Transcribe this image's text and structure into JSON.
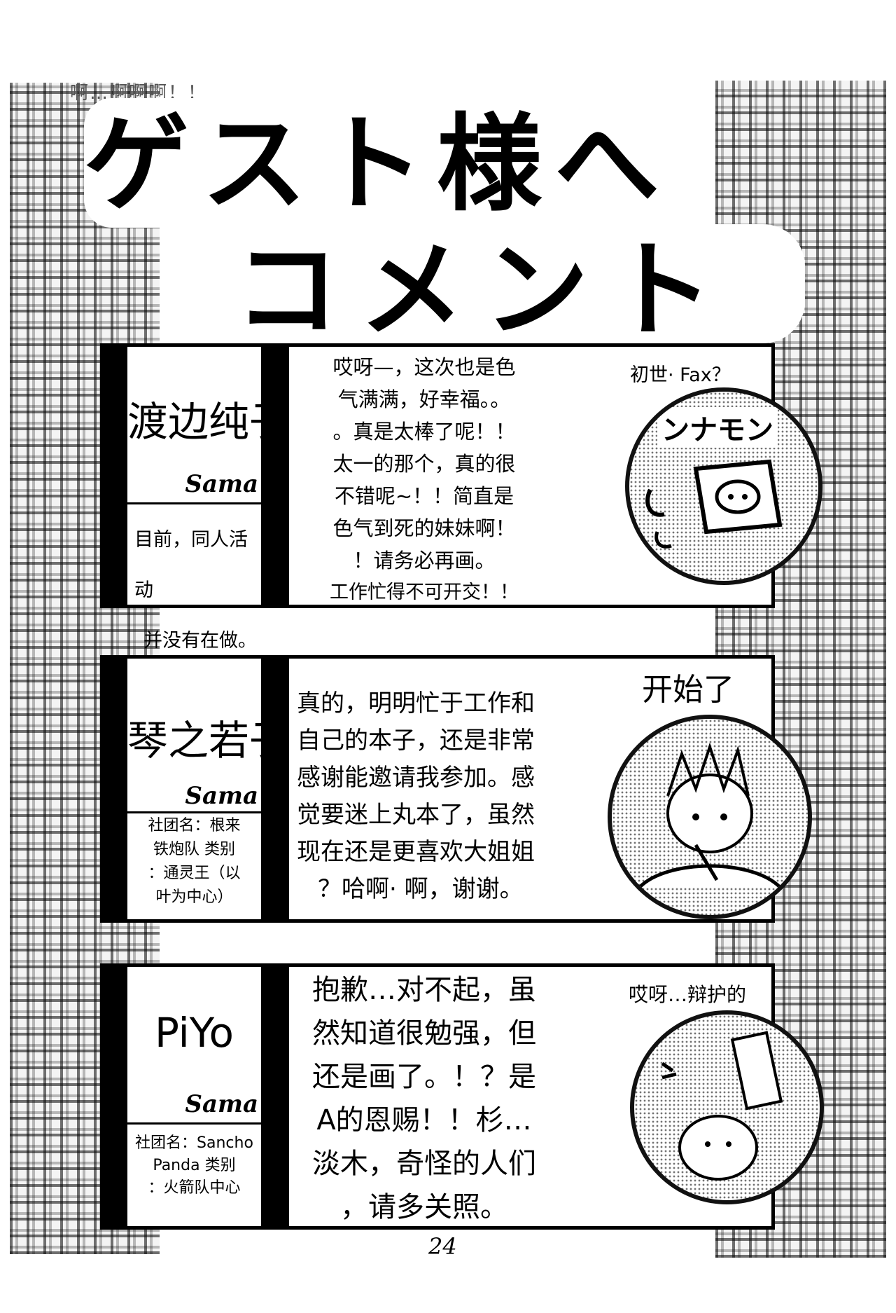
{
  "header": {
    "exclaim": "啊…啊啊啊！！",
    "title_line1": "ゲスト様へ",
    "title_line2": "コメント"
  },
  "guests": [
    {
      "name": "渡边纯子",
      "sama": "Sama",
      "note_lines": [
        "目前，同人活动",
        "并没有在做。"
      ],
      "comment_lines": [
        "哎呀—，这次也是色",
        "气满满，好幸福。。",
        "。真是太棒了呢！！",
        "太一的那个，真的很",
        "不错呢~！！简直是",
        "色气到死的妹妹啊！",
        "！请务必再画。",
        "工作忙得不可开交！！"
      ],
      "side_label": "初世· Fax？",
      "sketch_text": "ンナモン"
    },
    {
      "name": "琴之若子",
      "sama": "Sama",
      "note_lines": [
        "社团名：根来",
        "铁炮队 类别",
        "：通灵王（以",
        "叶为中心）"
      ],
      "comment_lines": [
        "真的，明明忙于工作和",
        "自己的本子，还是非常",
        "感谢能邀请我参加。感",
        "觉要迷上丸本了，虽然",
        "现在还是更喜欢大姐姐",
        "？哈啊· 啊，谢谢。"
      ],
      "side_label": "开始了"
    },
    {
      "name": "PiYo",
      "sama": "Sama",
      "note_lines": [
        "社团名：Sancho",
        "Panda 类别",
        "：火箭队中心"
      ],
      "comment_lines": [
        "抱歉…对不起，虽",
        "然知道很勉强，但",
        "还是画了。！？是",
        "A的恩赐！！杉…",
        "淡木，奇怪的人们",
        "，请多关照。"
      ],
      "side_label": "哎呀…辩护的"
    }
  ],
  "page_number": "24"
}
